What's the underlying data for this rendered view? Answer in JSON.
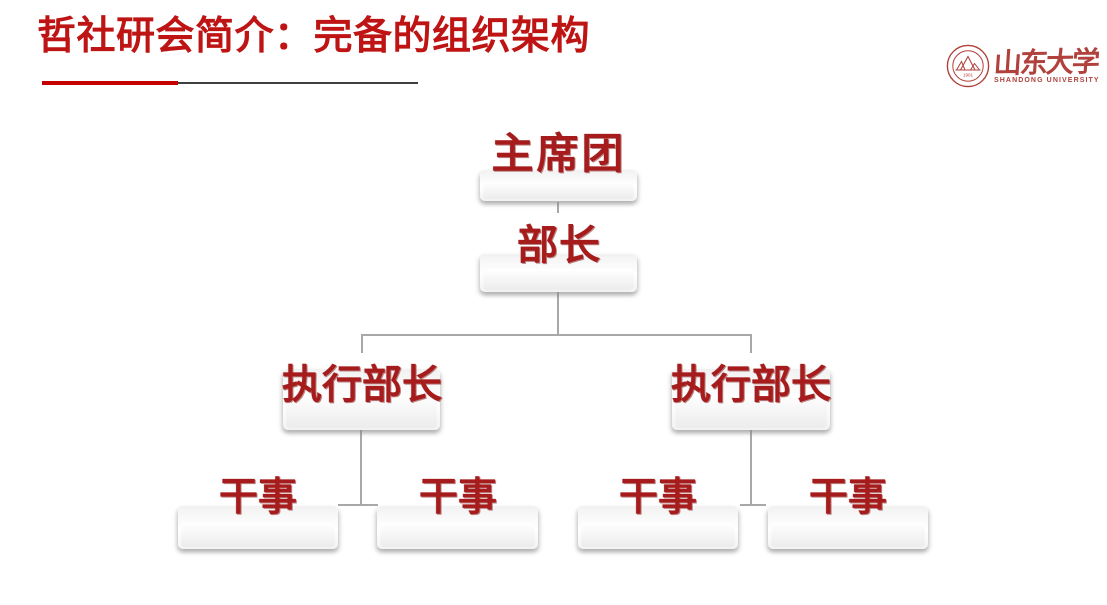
{
  "slide": {
    "title": "哲社研会简介：完备的组织架构",
    "colors": {
      "title_red": "#BE1414",
      "accent_bar_red": "#C40000",
      "rule_gray": "#3F3F3F",
      "node_text_red": "#A61B1B",
      "connector_gray": "#A8A8A8",
      "logo_red": "#B1413C"
    }
  },
  "logo": {
    "seal_icon": "shandong-university-seal-icon",
    "seal_year": "1901",
    "name_cn": "山东大学",
    "name_en": "SHANDONG UNIVERSITY"
  },
  "org_chart": {
    "root": {
      "label": "主席团"
    },
    "level2": {
      "label": "部长"
    },
    "level3": [
      {
        "label": "执行部长"
      },
      {
        "label": "执行部长"
      }
    ],
    "level4": [
      {
        "label": "干事"
      },
      {
        "label": "干事"
      },
      {
        "label": "干事"
      },
      {
        "label": "干事"
      }
    ]
  }
}
